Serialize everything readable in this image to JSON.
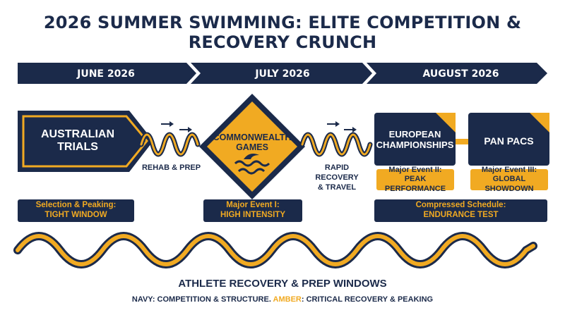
{
  "title": "2026 SUMMER SWIMMING: ELITE COMPETITION & RECOVERY CRUNCH",
  "months": [
    "JUNE 2026",
    "JULY 2026",
    "AUGUST 2026"
  ],
  "events": {
    "australian_trials": "AUSTRALIAN\nTRIALS",
    "commonwealth_games": "COMMONWEALTH\nGAMES",
    "european_championships": "EUROPEAN\nCHAMPIONSHIPS",
    "pan_pacs": "PAN PACS"
  },
  "transitions": {
    "rehab_prep": "REHAB & PREP",
    "rapid_recovery": "RAPID RECOVERY\n& TRAVEL"
  },
  "tags": {
    "june": {
      "line1": "Selection & Peaking:",
      "line2": "TIGHT WINDOW"
    },
    "july": {
      "line1": "Major Event I:",
      "line2": "HIGH INTENSITY"
    },
    "august": {
      "line1": "Compressed Schedule:",
      "line2": "ENDURANCE TEST"
    },
    "euro": {
      "line1": "Major Event II:",
      "line2": "PEAK PERFORMANCE"
    },
    "panpacs": {
      "line1": "Major Event III:",
      "line2": "GLOBAL SHOWDOWN"
    }
  },
  "footer": {
    "title": "ATHLETE RECOVERY & PREP WINDOWS",
    "legend_navy": "NAVY: COMPETITION & STRUCTURE.",
    "legend_amber": "AMBER",
    "legend_rest": ": CRITICAL RECOVERY & PEAKING"
  },
  "colors": {
    "navy": "#1b2a4a",
    "amber": "#f1aa22",
    "white": "#ffffff"
  }
}
